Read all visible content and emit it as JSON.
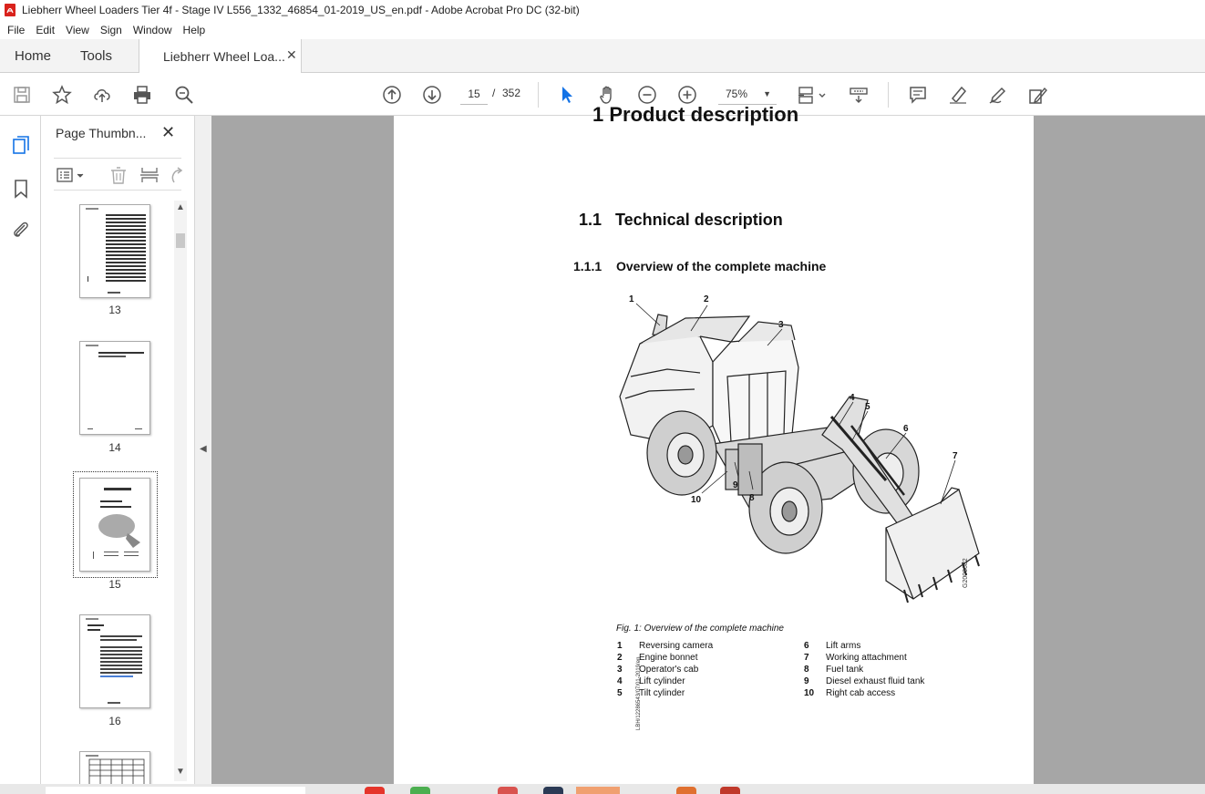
{
  "window": {
    "title": "Liebherr Wheel Loaders Tier 4f - Stage IV L556_1332_46854_01-2019_US_en.pdf - Adobe Acrobat Pro DC (32-bit)",
    "app_icon": "acrobat-pdf-icon"
  },
  "menu": [
    "File",
    "Edit",
    "View",
    "Sign",
    "Window",
    "Help"
  ],
  "tabs": {
    "home": "Home",
    "tools": "Tools",
    "document": "Liebherr Wheel Loa...",
    "close_glyph": "✕"
  },
  "toolbar": {
    "current_page": "15",
    "page_separator": "/",
    "total_pages": "352",
    "zoom": "75%",
    "icons": [
      "save-icon",
      "star-icon",
      "upload-icon",
      "print-icon",
      "find-icon",
      "page-up-icon",
      "page-down-icon",
      "select-cursor-icon",
      "hand-icon",
      "zoom-out-icon",
      "zoom-in-icon",
      "page-display-icon",
      "scrolling-icon",
      "comment-icon",
      "highlight-icon",
      "draw-icon",
      "fill-sign-icon"
    ]
  },
  "sidebar": {
    "panel_title": "Page Thumbn...",
    "close_glyph": "✕",
    "thumbnails": [
      {
        "label": "13",
        "selected": false
      },
      {
        "label": "14",
        "selected": false
      },
      {
        "label": "15",
        "selected": true
      },
      {
        "label": "16",
        "selected": false
      }
    ]
  },
  "document": {
    "cut_heading": "1 Product description",
    "section": {
      "number": "1.1",
      "title": "Technical description"
    },
    "subsection": {
      "number": "1.1.1",
      "title": "Overview of the complete machine"
    },
    "figure_id": "G2006682",
    "caption": "Fig. 1: Overview of the complete machine",
    "legend_left": [
      {
        "n": "1",
        "label": "Reversing camera"
      },
      {
        "n": "2",
        "label": "Engine bonnet"
      },
      {
        "n": "3",
        "label": "Operator's cab"
      },
      {
        "n": "4",
        "label": "Lift cylinder"
      },
      {
        "n": "5",
        "label": "Tilt cylinder"
      }
    ],
    "legend_right": [
      {
        "n": "6",
        "label": "Lift arms"
      },
      {
        "n": "7",
        "label": "Working attachment"
      },
      {
        "n": "8",
        "label": "Fuel tank"
      },
      {
        "n": "9",
        "label": "Diesel exhaust fluid tank"
      },
      {
        "n": "10",
        "label": "Right cab access"
      }
    ],
    "callouts": [
      "1",
      "2",
      "3",
      "4",
      "5",
      "6",
      "7",
      "8",
      "9",
      "10"
    ],
    "doc_code": "LBH/12286543/07/01-2019/en"
  }
}
